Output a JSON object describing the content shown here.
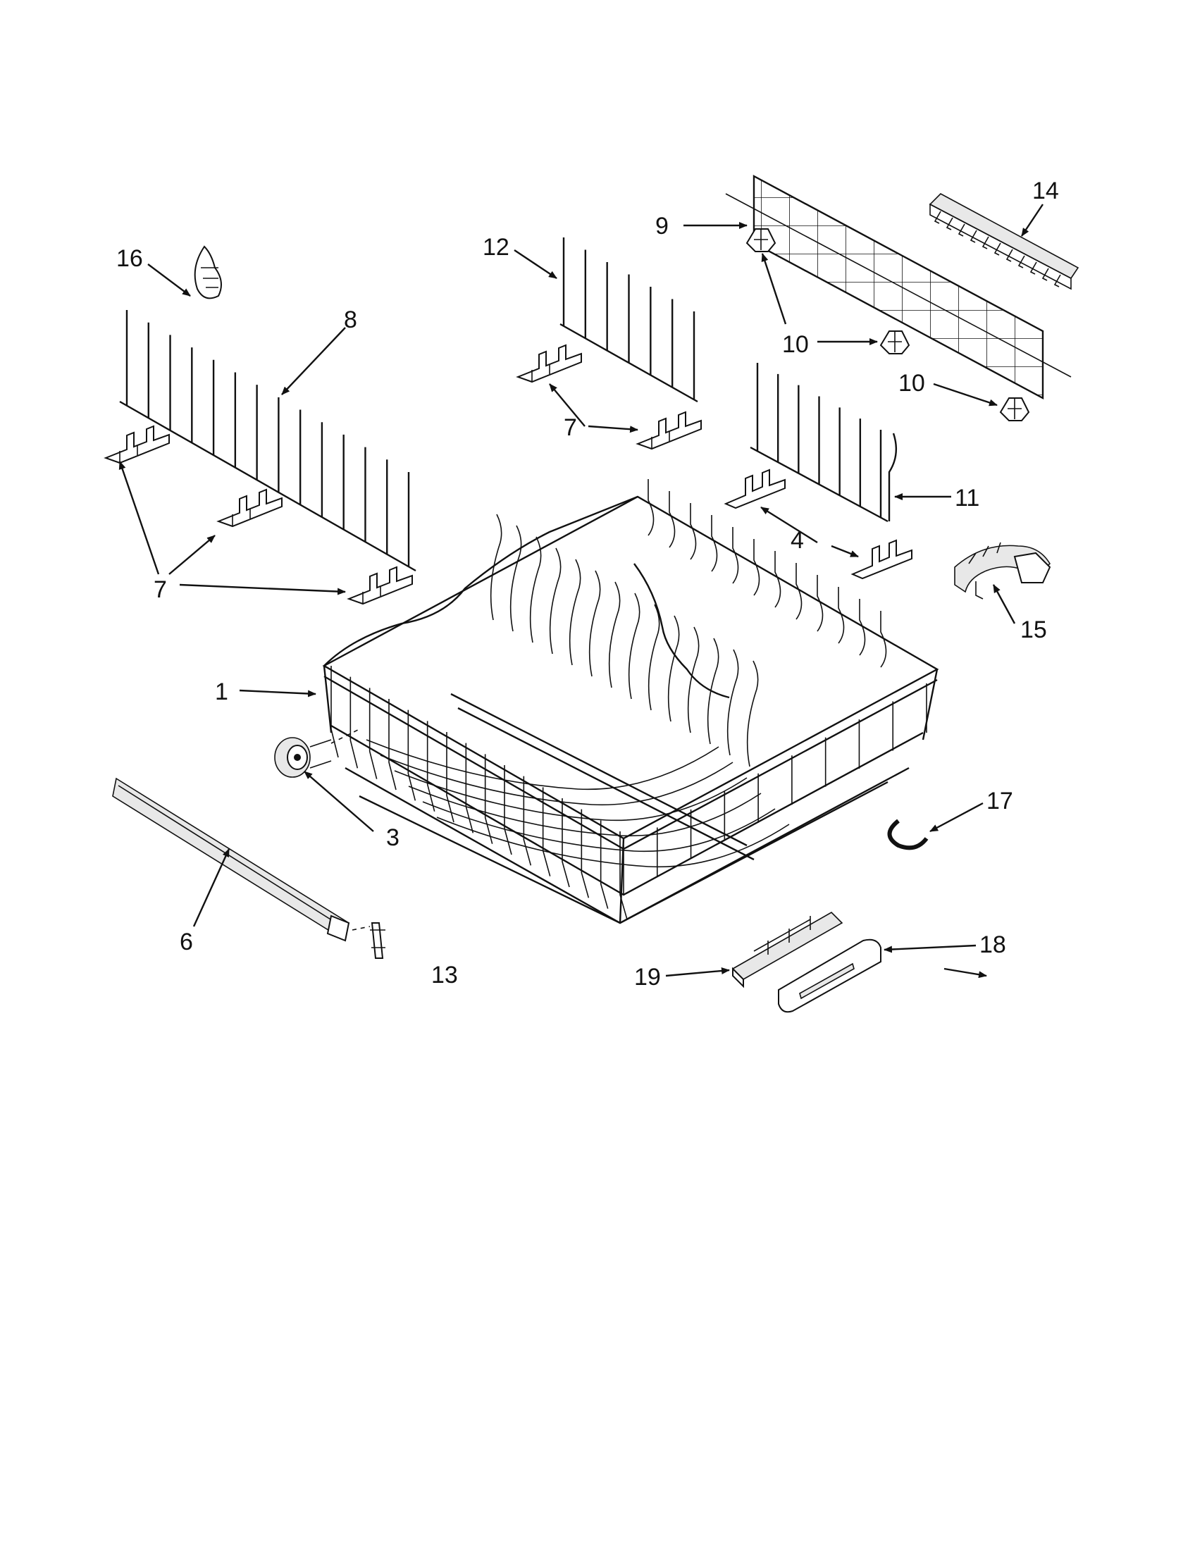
{
  "callouts": {
    "c1": "1",
    "c3": "3",
    "c4": "4",
    "c6": "6",
    "c7a": "7",
    "c7b": "7",
    "c8": "8",
    "c9": "9",
    "c10a": "10",
    "c10b": "10",
    "c11": "11",
    "c12": "12",
    "c13": "13",
    "c14": "14",
    "c15": "15",
    "c16": "16",
    "c17": "17",
    "c18": "18",
    "c19": "19"
  }
}
